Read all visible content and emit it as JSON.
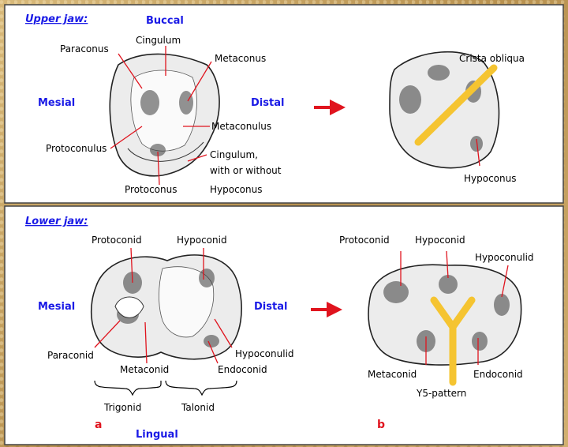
{
  "upper": {
    "title": "Upper jaw:",
    "buccal": "Buccal",
    "mesial": "Mesial",
    "distal": "Distal",
    "paraconus": "Paraconus",
    "cingulum": "Cingulum",
    "metaconus": "Metaconus",
    "metaconulus": "Metaconulus",
    "protoconulus": "Protoconulus",
    "cingulum2_line1": "Cingulum,",
    "cingulum2_line2": "with or without",
    "hypoconus_line": "Hypoconus",
    "protoconus": "Protoconus",
    "crista": "Crista obliqua",
    "hypoconus": "Hypoconus"
  },
  "lower": {
    "title": "Lower jaw:",
    "protoconid": "Protoconid",
    "hypoconid": "Hypoconid",
    "mesial": "Mesial",
    "distal": "Distal",
    "paraconid": "Paraconid",
    "metaconid": "Metaconid",
    "hypoconulid": "Hypoconulid",
    "endoconid": "Endoconid",
    "trigonid": "Trigonid",
    "talonid": "Talonid",
    "a": "a",
    "lingual": "Lingual",
    "protoconid_r": "Protoconid",
    "hypoconid_r": "Hypoconid",
    "hypoconulid_r": "Hypoconulid",
    "metaconid_r": "Metaconid",
    "endoconid_r": "Endoconid",
    "y5": "Y5-pattern",
    "b": "b"
  },
  "colors": {
    "label_blue": "#1a1ae6",
    "arrow_red": "#e0141e",
    "highlight_yellow": "#f5c431"
  }
}
